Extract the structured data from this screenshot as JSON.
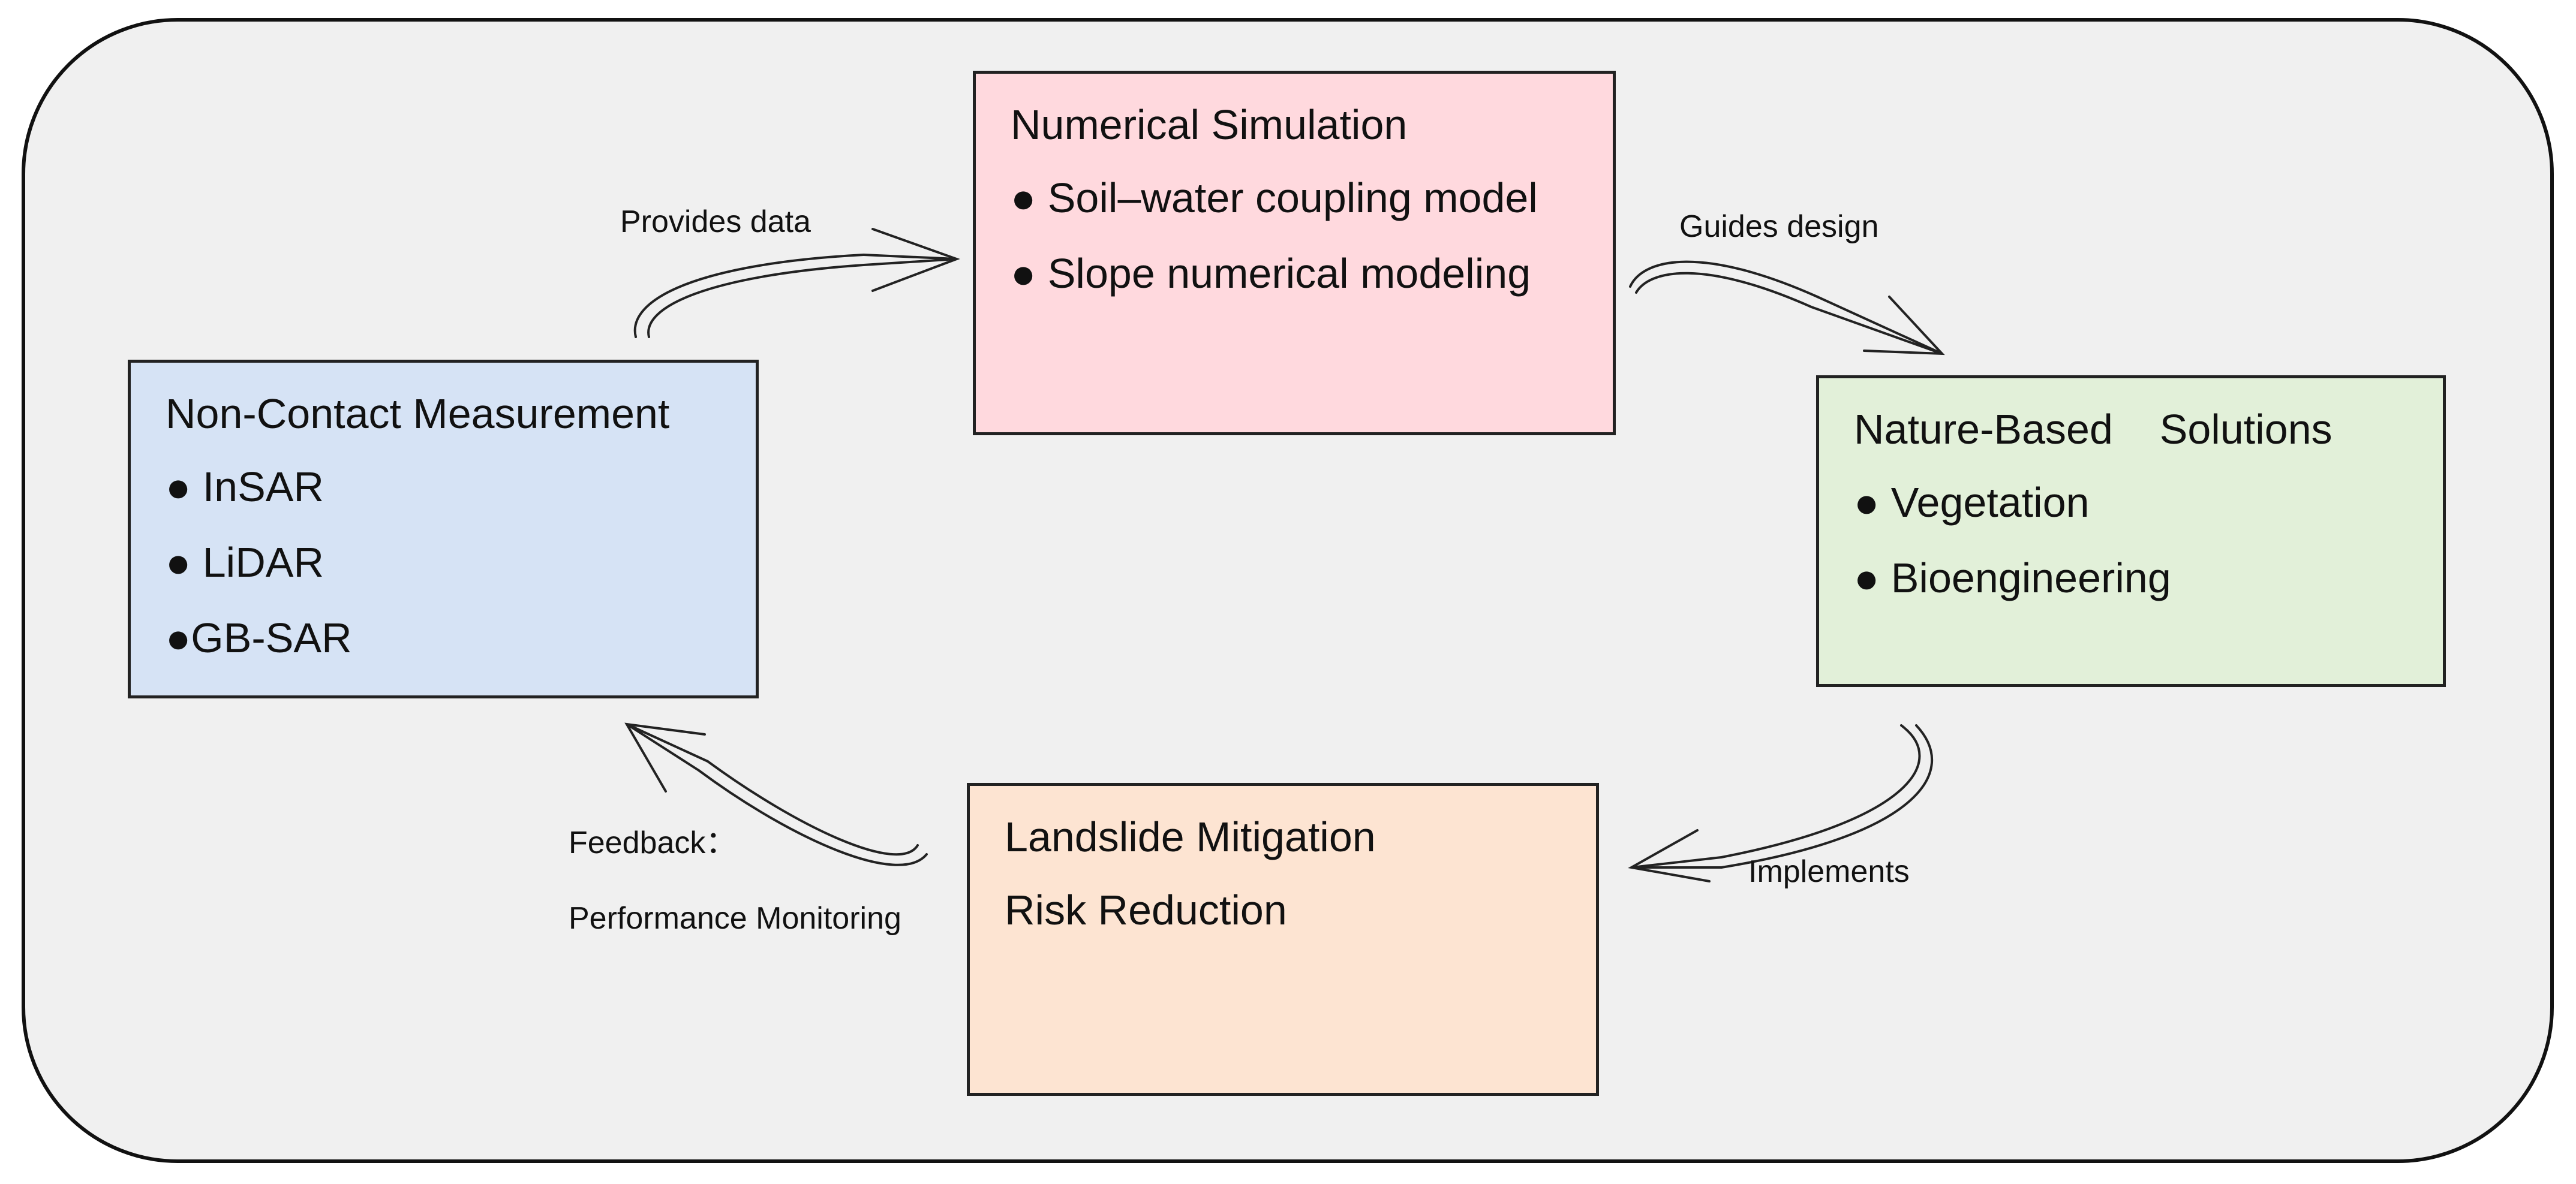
{
  "colors": {
    "background": "#f0f0f0",
    "simulation": "#ffd9de",
    "measurement": "#d6e3f5",
    "nature_based": "#e2f0d9",
    "mitigation": "#fde4d2"
  },
  "boxes": {
    "simulation": {
      "title": "Numerical Simulation",
      "items": [
        "● Soil–water coupling model",
        "● Slope numerical modeling"
      ]
    },
    "measurement": {
      "title": "Non-Contact Measurement",
      "items": [
        "● InSAR",
        "● LiDAR",
        "●GB-SAR"
      ]
    },
    "nature_based": {
      "title": "Nature-Based    Solutions",
      "items": [
        "● Vegetation",
        "● Bioengineering"
      ]
    },
    "mitigation": {
      "title": "Landslide Mitigation",
      "line2": "Risk Reduction"
    }
  },
  "arrows": {
    "provides": "Provides data",
    "guides": "Guides design",
    "implements": "Implements",
    "feedback_line1": "Feedback：",
    "feedback_line2": "Performance Monitoring"
  }
}
